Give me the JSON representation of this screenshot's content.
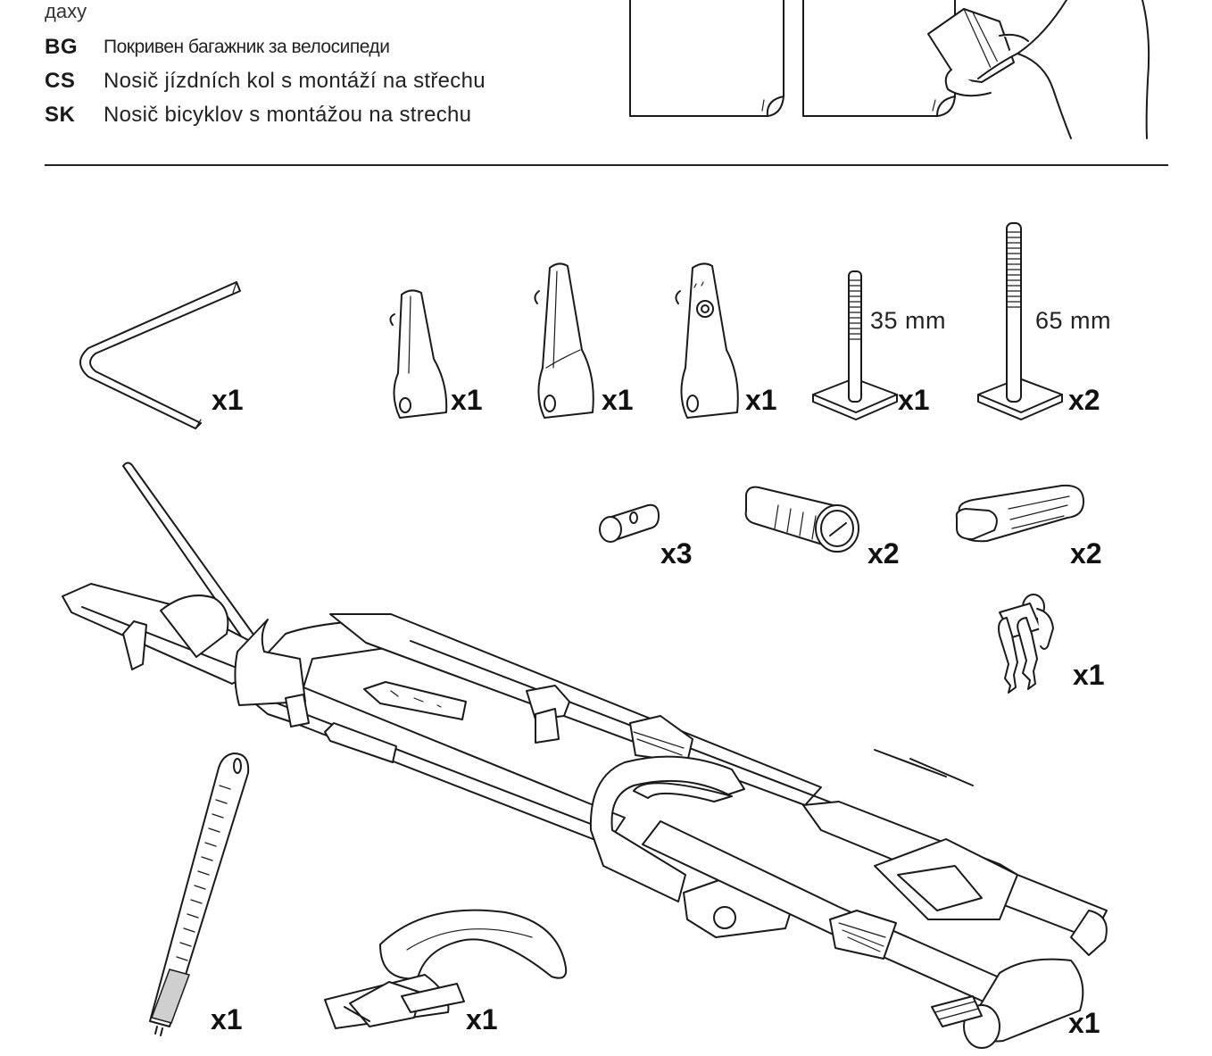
{
  "header": {
    "fragment": "даху",
    "languages": [
      {
        "code": "BG",
        "text": "Покривен багажник за велосипеди"
      },
      {
        "code": "CS",
        "text": "Nosič jízdních kol s montáží na střechu"
      },
      {
        "code": "SK",
        "text": "Nosič bicyklov s montážou na strechu"
      }
    ]
  },
  "parts": {
    "allen_key": {
      "qty": "x1"
    },
    "pad_1": {
      "qty": "x1"
    },
    "pad_2": {
      "qty": "x1"
    },
    "pad_3": {
      "qty": "x1"
    },
    "tbolt_35": {
      "qty": "x1",
      "size": "35 mm"
    },
    "tbolt_65": {
      "qty": "x2",
      "size": "65 mm"
    },
    "cylinder_pin": {
      "qty": "x3"
    },
    "lock_cylinder": {
      "qty": "x2"
    },
    "end_cap": {
      "qty": "x2"
    },
    "keys": {
      "qty": "x1"
    },
    "bike_carrier": {
      "qty": "x1"
    },
    "wheel_strap": {
      "qty": "x1"
    },
    "rear_wheel_strap": {
      "qty": "x1"
    }
  }
}
